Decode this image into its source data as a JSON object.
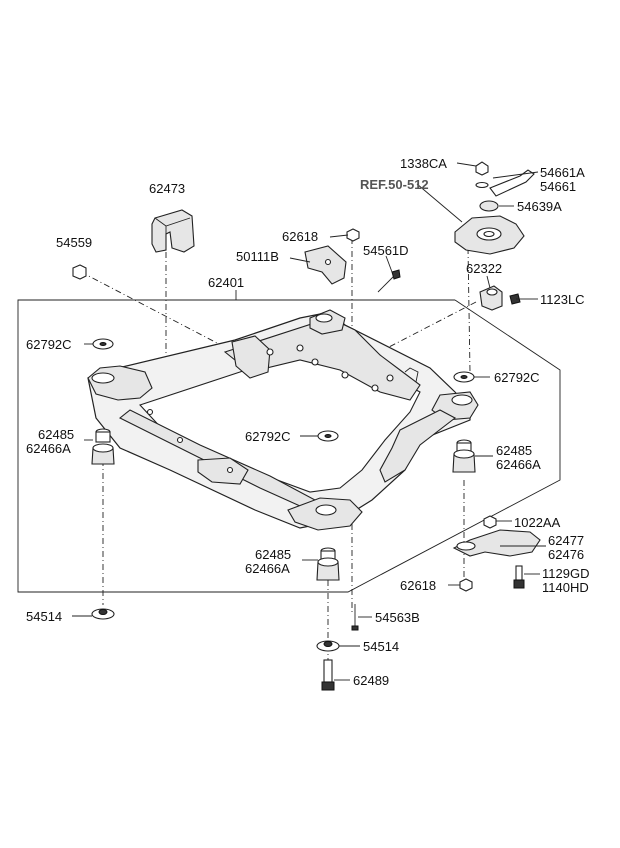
{
  "ref_label": "REF.50-512",
  "labels": {
    "p1338CA": "1338CA",
    "p54661A": "54661A",
    "p54661": "54661",
    "p54639A": "54639A",
    "p62473": "62473",
    "p62618_top": "62618",
    "p54559": "54559",
    "p50111B": "50111B",
    "p54561D": "54561D",
    "p62322": "62322",
    "p62401": "62401",
    "p1123LC": "1123LC",
    "p62792C_left": "62792C",
    "p62792C_right": "62792C",
    "p62792C_mid": "62792C",
    "p62485_left": "62485",
    "p62466A_left": "62466A",
    "p62485_right": "62485",
    "p62466A_right": "62466A",
    "p62485_mid": "62485",
    "p62466A_mid": "62466A",
    "p1022AA": "1022AA",
    "p62477": "62477",
    "p62476": "62476",
    "p1129GD": "1129GD",
    "p1140HD": "1140HD",
    "p62618_bottom": "62618",
    "p54514_left": "54514",
    "p54563B": "54563B",
    "p54514_mid": "54514",
    "p62489": "62489"
  }
}
